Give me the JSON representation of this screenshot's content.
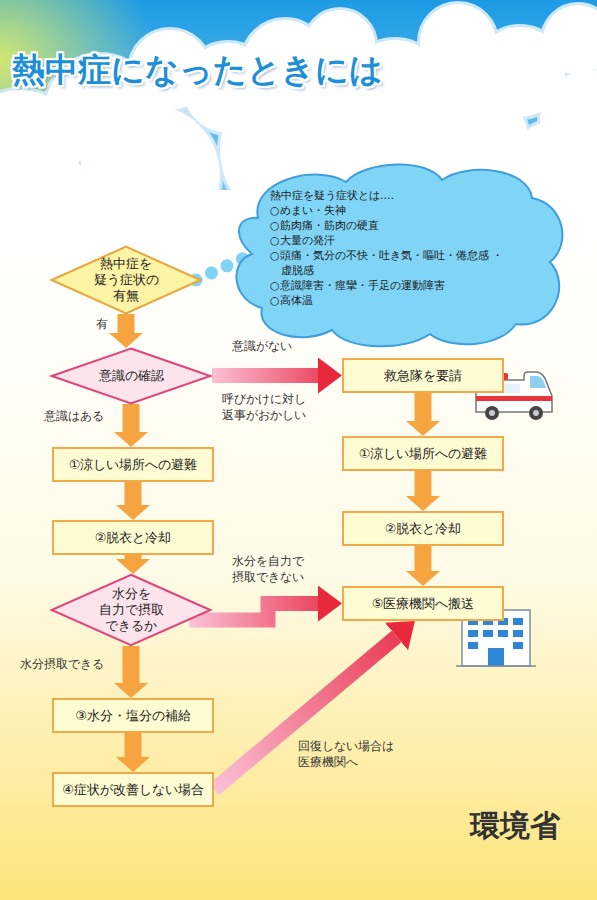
{
  "diagram": {
    "title": "熱中症になったときには",
    "nodes": [
      {
        "text": [
          "熱中症を 疑う症状の 有無"
        ]
      },
      {
        "text": [
          "熱中症を疑う症状とは....",
          "○めまい・失神",
          "○筋肉痛・筋肉の硬直",
          "○大量の発汗",
          "○頭痛・気分の不快・吐き気・嘔吐・倦怠感 ・虚脱感",
          "○意識障害・痙攣・手足の運動障害",
          "○高体温"
        ]
      },
      {
        "text": [
          "意識の確認"
        ]
      },
      {
        "text": [
          "救急隊を要請"
        ]
      },
      {
        "text": [
          "①涼しい場所への避難"
        ]
      },
      {
        "text": [
          "①涼しい場所への避難"
        ]
      },
      {
        "text": [
          "②脱衣と冷却"
        ]
      },
      {
        "text": [
          "②脱衣と冷却"
        ]
      },
      {
        "text": [
          "水分を 自力で摂取 できるか"
        ]
      },
      {
        "text": [
          "⑤医療機関へ搬送"
        ]
      },
      {
        "text": [
          "③水分・塩分の補給"
        ]
      },
      {
        "text": [
          "④症状が改善しない場合"
        ]
      }
    ],
    "edges": [
      {
        "from": 0,
        "to": 1,
        "arrow": "none"
      },
      {
        "from": 0,
        "to": 2,
        "arrow": "to",
        "label": "有"
      },
      {
        "from": 2,
        "to": 3,
        "arrow": "to",
        "label": "意識がない"
      },
      {
        "from": 2,
        "to": 4,
        "arrow": "to",
        "label": "意識はある"
      },
      {
        "from": 3,
        "to": 5,
        "arrow": "to"
      },
      {
        "from": 5,
        "to": 7,
        "arrow": "to"
      },
      {
        "from": 7,
        "to": 9,
        "arrow": "to"
      },
      {
        "from": 4,
        "to": 6,
        "arrow": "to"
      },
      {
        "from": 6,
        "to": 8,
        "arrow": "to"
      },
      {
        "from": 8,
        "to": 9,
        "arrow": "to",
        "label": "水分を自力で 摂取できない"
      },
      {
        "from": 8,
        "to": 10,
        "arrow": "to",
        "label": "水分摂取できる"
      },
      {
        "from": 10,
        "to": 11,
        "arrow": "to"
      },
      {
        "from": 11,
        "to": 9,
        "arrow": "to",
        "label": "回復しない場合は 医療機関へ"
      }
    ],
    "labels": [
      "呼びかけに対し 返事がおかしい",
      "環境省"
    ]
  }
}
